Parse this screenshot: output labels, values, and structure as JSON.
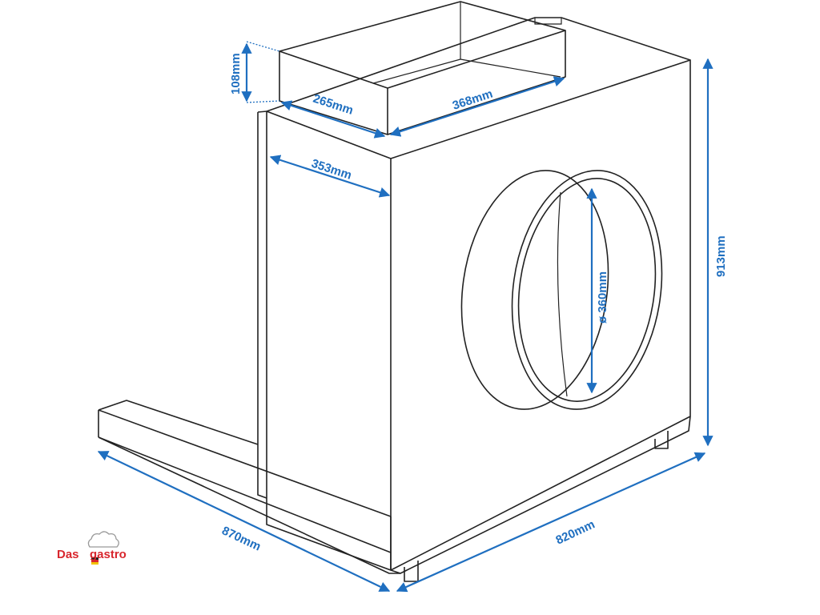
{
  "colors": {
    "outline": "#222222",
    "dimension": "#1f6fc0",
    "logo": "#d8262d"
  },
  "dimensions": {
    "box_height": "108mm",
    "box_depth": "265mm",
    "box_width": "368mm",
    "side_offset": "353mm",
    "total_height": "913mm",
    "outlet_diameter": "ø 360mm",
    "base_depth": "870mm",
    "base_width": "820mm"
  },
  "logo": {
    "part1": "Das",
    "part2": "gastro"
  }
}
